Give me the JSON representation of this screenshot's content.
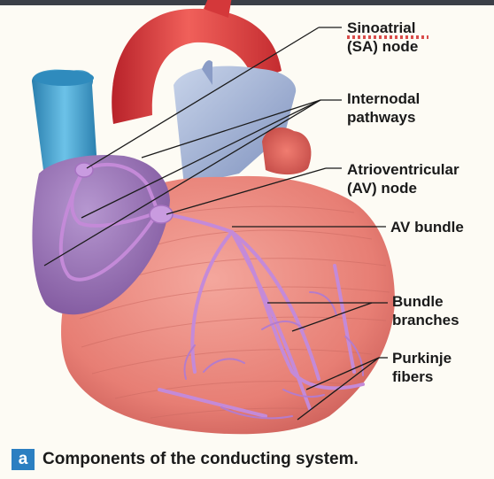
{
  "labels": {
    "sa_node": "Sinoatrial\n(SA) node",
    "internodal": "Internodal\npathways",
    "av_node": "Atrioventricular\n(AV) node",
    "av_bundle": "AV bundle",
    "bundle_branches": "Bundle\nbranches",
    "purkinje": "Purkinje\nfibers"
  },
  "caption": {
    "badge": "a",
    "text": "Components of the conducting system."
  },
  "colors": {
    "aorta": "#e0403e",
    "vena_cava": "#3a9ecb",
    "pulmonary_artery": "#9fb2d6",
    "atrium": "#9670b4",
    "ventricle": "#e9867d",
    "conduction_pathway": "#c48ad8",
    "badge": "#2b7fc1"
  }
}
